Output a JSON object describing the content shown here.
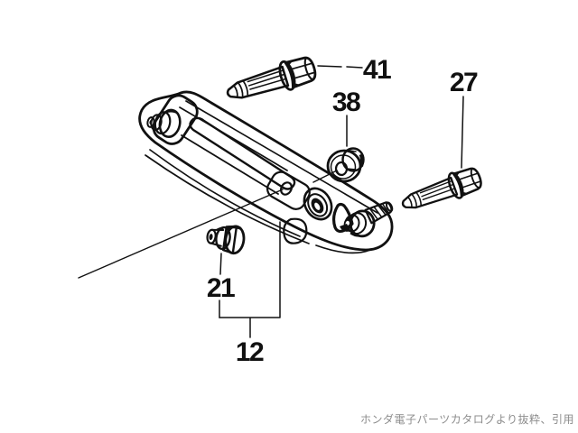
{
  "diagram": {
    "caption": "ホンダ電子パーツカタログより抜粋、引用",
    "parts": {
      "upper_bolt_label": "41",
      "flange_nut_label": "38",
      "right_bolt_label": "27",
      "bushing_label": "21",
      "assembly_label": "12"
    }
  }
}
